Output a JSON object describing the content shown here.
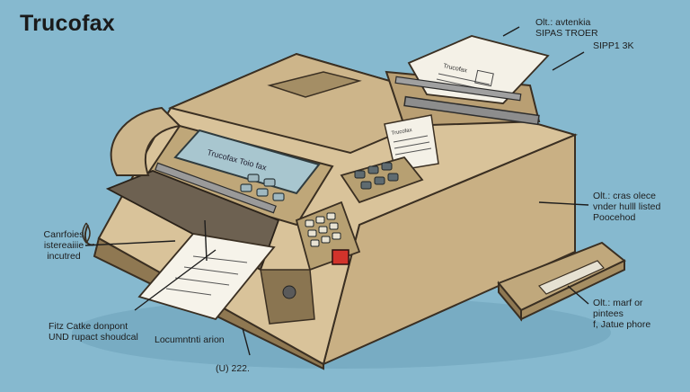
{
  "title": "Trucofax",
  "device": {
    "display_text": "Trucofax Toio fax",
    "paper_top_text": "Trucofax",
    "paper_small_text": "Trucofax"
  },
  "annotations": {
    "top_right": [
      "Olt.: avtenkia",
      "SIPAS TROER"
    ],
    "paper_tray": "SIPP1 3K",
    "right_side": [
      "Olt.: cras olece",
      "vnder hulll listed",
      "Poocehod"
    ],
    "left_side": [
      "Canrfoies",
      "istereaiiie",
      "incutred"
    ],
    "bottom_left": [
      "Fitz Catke donpont",
      "UND rupact shoudcal"
    ],
    "bottom_mid": "Locumntnti arion",
    "bottom_code": "(U) 222.",
    "bottom_right": [
      "Olt.: marf or",
      "pintees",
      "f, Jatue phore"
    ]
  },
  "colors": {
    "background": "#86b9cf",
    "body_top": "#d9c39a",
    "body_side": "#c8ae80",
    "body_dark": "#8f7852",
    "panel": "#bfa779",
    "display": "#a8c6cf",
    "red_button": "#d2332b"
  }
}
